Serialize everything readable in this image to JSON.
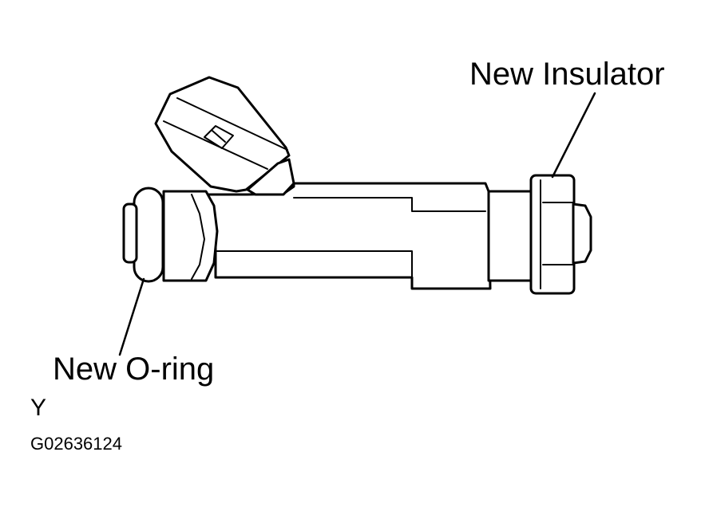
{
  "labels": {
    "insulator": "New Insulator",
    "o_ring": "New O-ring",
    "view_letter": "Y",
    "figure_code": "G02636124"
  },
  "colors": {
    "line": "#000000",
    "background": "#ffffff"
  }
}
